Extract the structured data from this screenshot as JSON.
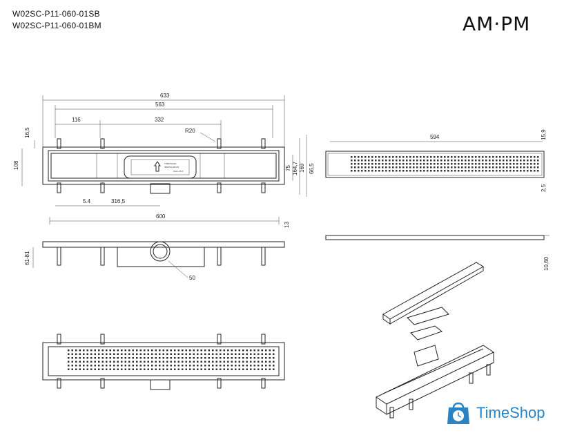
{
  "header": {
    "model_sb": "W02SC-P11-060-01SB",
    "model_bm": "W02SC-P11-060-01BM",
    "logo": "AM·PM"
  },
  "dimensions": {
    "d633": "633",
    "d563": "563",
    "d116": "116",
    "d332": "332",
    "r20": "R20",
    "d16_5": "16,5",
    "d108": "108",
    "d75": "75",
    "d164_7": "164,7",
    "d169": "169",
    "d66_5": "66,5",
    "d5_4": "5.4",
    "d316_5": "316,5",
    "d600": "600",
    "d594": "594",
    "d15_9": "15,9",
    "d2_5": "2,5",
    "d13": "13",
    "d61_81": "61-81",
    "d50": "50",
    "d10_60": "10,60"
  },
  "plaque_text": {
    "line1": "TÜRKISCHE",
    "line2": "INSTALLATION",
    "line3": "PULL OUT"
  },
  "watermark": {
    "brand": "TimeShop",
    "color": "#2a84c4"
  }
}
